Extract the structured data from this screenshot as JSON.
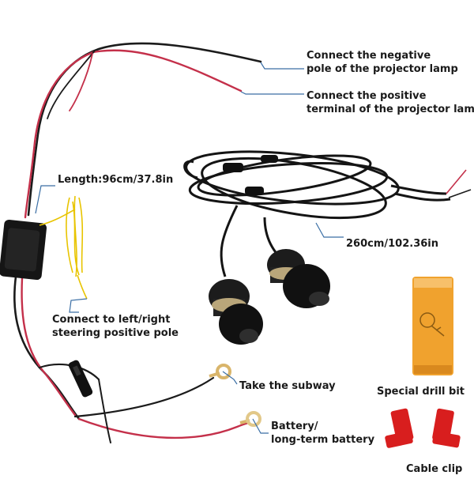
{
  "labels": {
    "negative": {
      "line1": "Connect the negative",
      "line2": "pole of the projector lamp"
    },
    "positive": {
      "line1": "Connect the positive",
      "line2": "terminal of the projector lamp"
    },
    "length": "Length:96cm/37.8in",
    "harness_length": "260cm/102.36in",
    "steering": {
      "line1": "Connect to left/right",
      "line2": "steering positive pole"
    },
    "subway": "Take the subway",
    "drill": "Special drill bit",
    "battery": {
      "line1": "Battery/",
      "line2": "long-term battery"
    },
    "clip": "Cable clip"
  },
  "colors": {
    "leader_line": "#3a6ea5",
    "wire_red": "#c4304a",
    "wire_black": "#1b1b1b",
    "wire_yellow": "#e8c400",
    "drill_pack": "#f0a22e",
    "clip_red": "#d81e1e"
  }
}
